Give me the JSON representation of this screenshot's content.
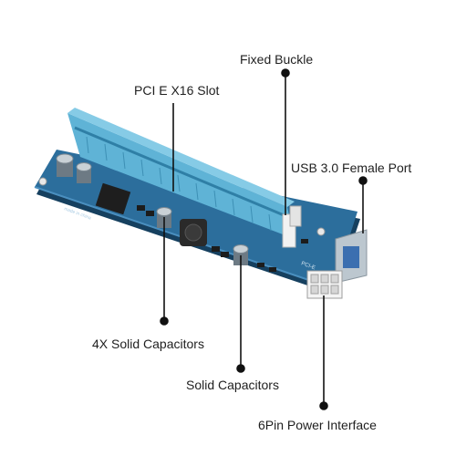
{
  "callouts": {
    "fixed_buckle": "Fixed Buckle",
    "pcie_slot": "PCI E X16 Slot",
    "usb_port": "USB 3.0 Female Port",
    "four_x_capacitors": "4X Solid Capacitors",
    "solid_capacitors": "Solid Capacitors",
    "six_pin_power": "6Pin Power Interface"
  },
  "board_markings": {
    "made_in": "made in china",
    "pci_e": "PCI-E"
  },
  "colors": {
    "pcb": "#2c6e9c",
    "pcb_dark": "#1d4f74",
    "slot": "#5fb3d6",
    "slot_shadow": "#3d8fb4",
    "usb": "#bcc7cf",
    "power_connector": "#f4f4f4",
    "leader_line": "#111111"
  }
}
